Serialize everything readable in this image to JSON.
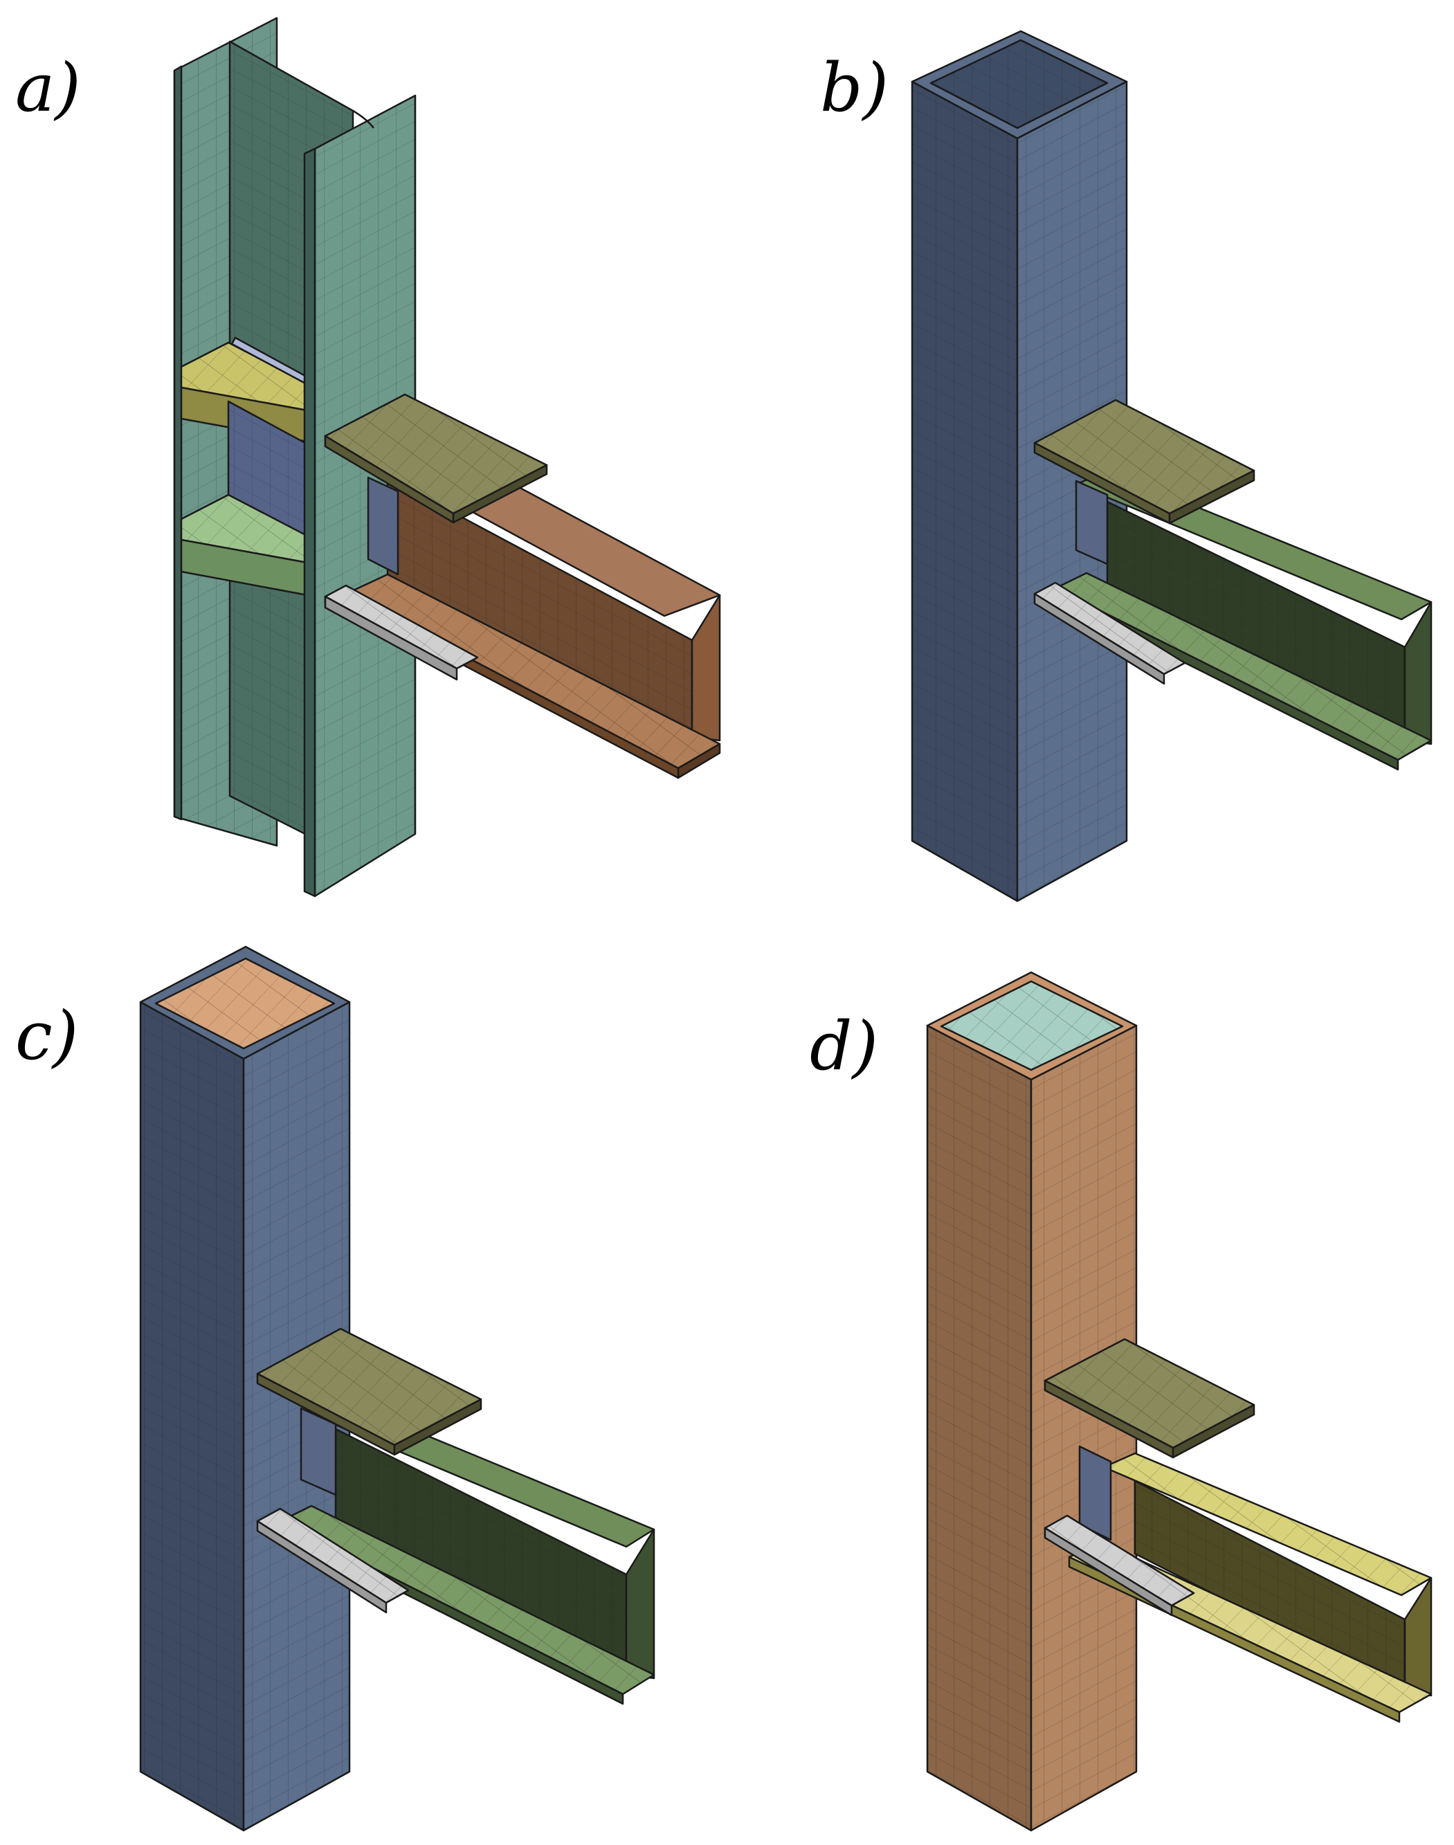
{
  "figure": {
    "panels": [
      {
        "id": "a",
        "label": "a)",
        "column": "open-section"
      },
      {
        "id": "b",
        "label": "b)",
        "column": "hollow-box"
      },
      {
        "id": "c",
        "label": "c)",
        "column": "filled-box"
      },
      {
        "id": "d",
        "label": "d)",
        "column": "filled-box"
      }
    ]
  },
  "colors": {
    "column_a": "#5e8a7c",
    "column_blue": "#4f6079",
    "column_orange": "#b58662",
    "fill_c": "#d8a47c",
    "fill_d": "#a8cfc3",
    "beam_brown": "#8a5a3a",
    "beam_green": "#5f7f4d",
    "beam_yellow": "#d8d27a",
    "top_plate": "#7f7f55",
    "bottom_plate": "#c8c8c8",
    "stiffener_top": "#c9c46a",
    "stiffener_bottom": "#9ec48e",
    "shear_tab": "#5a6685",
    "mesh": "#1a1a1a"
  }
}
